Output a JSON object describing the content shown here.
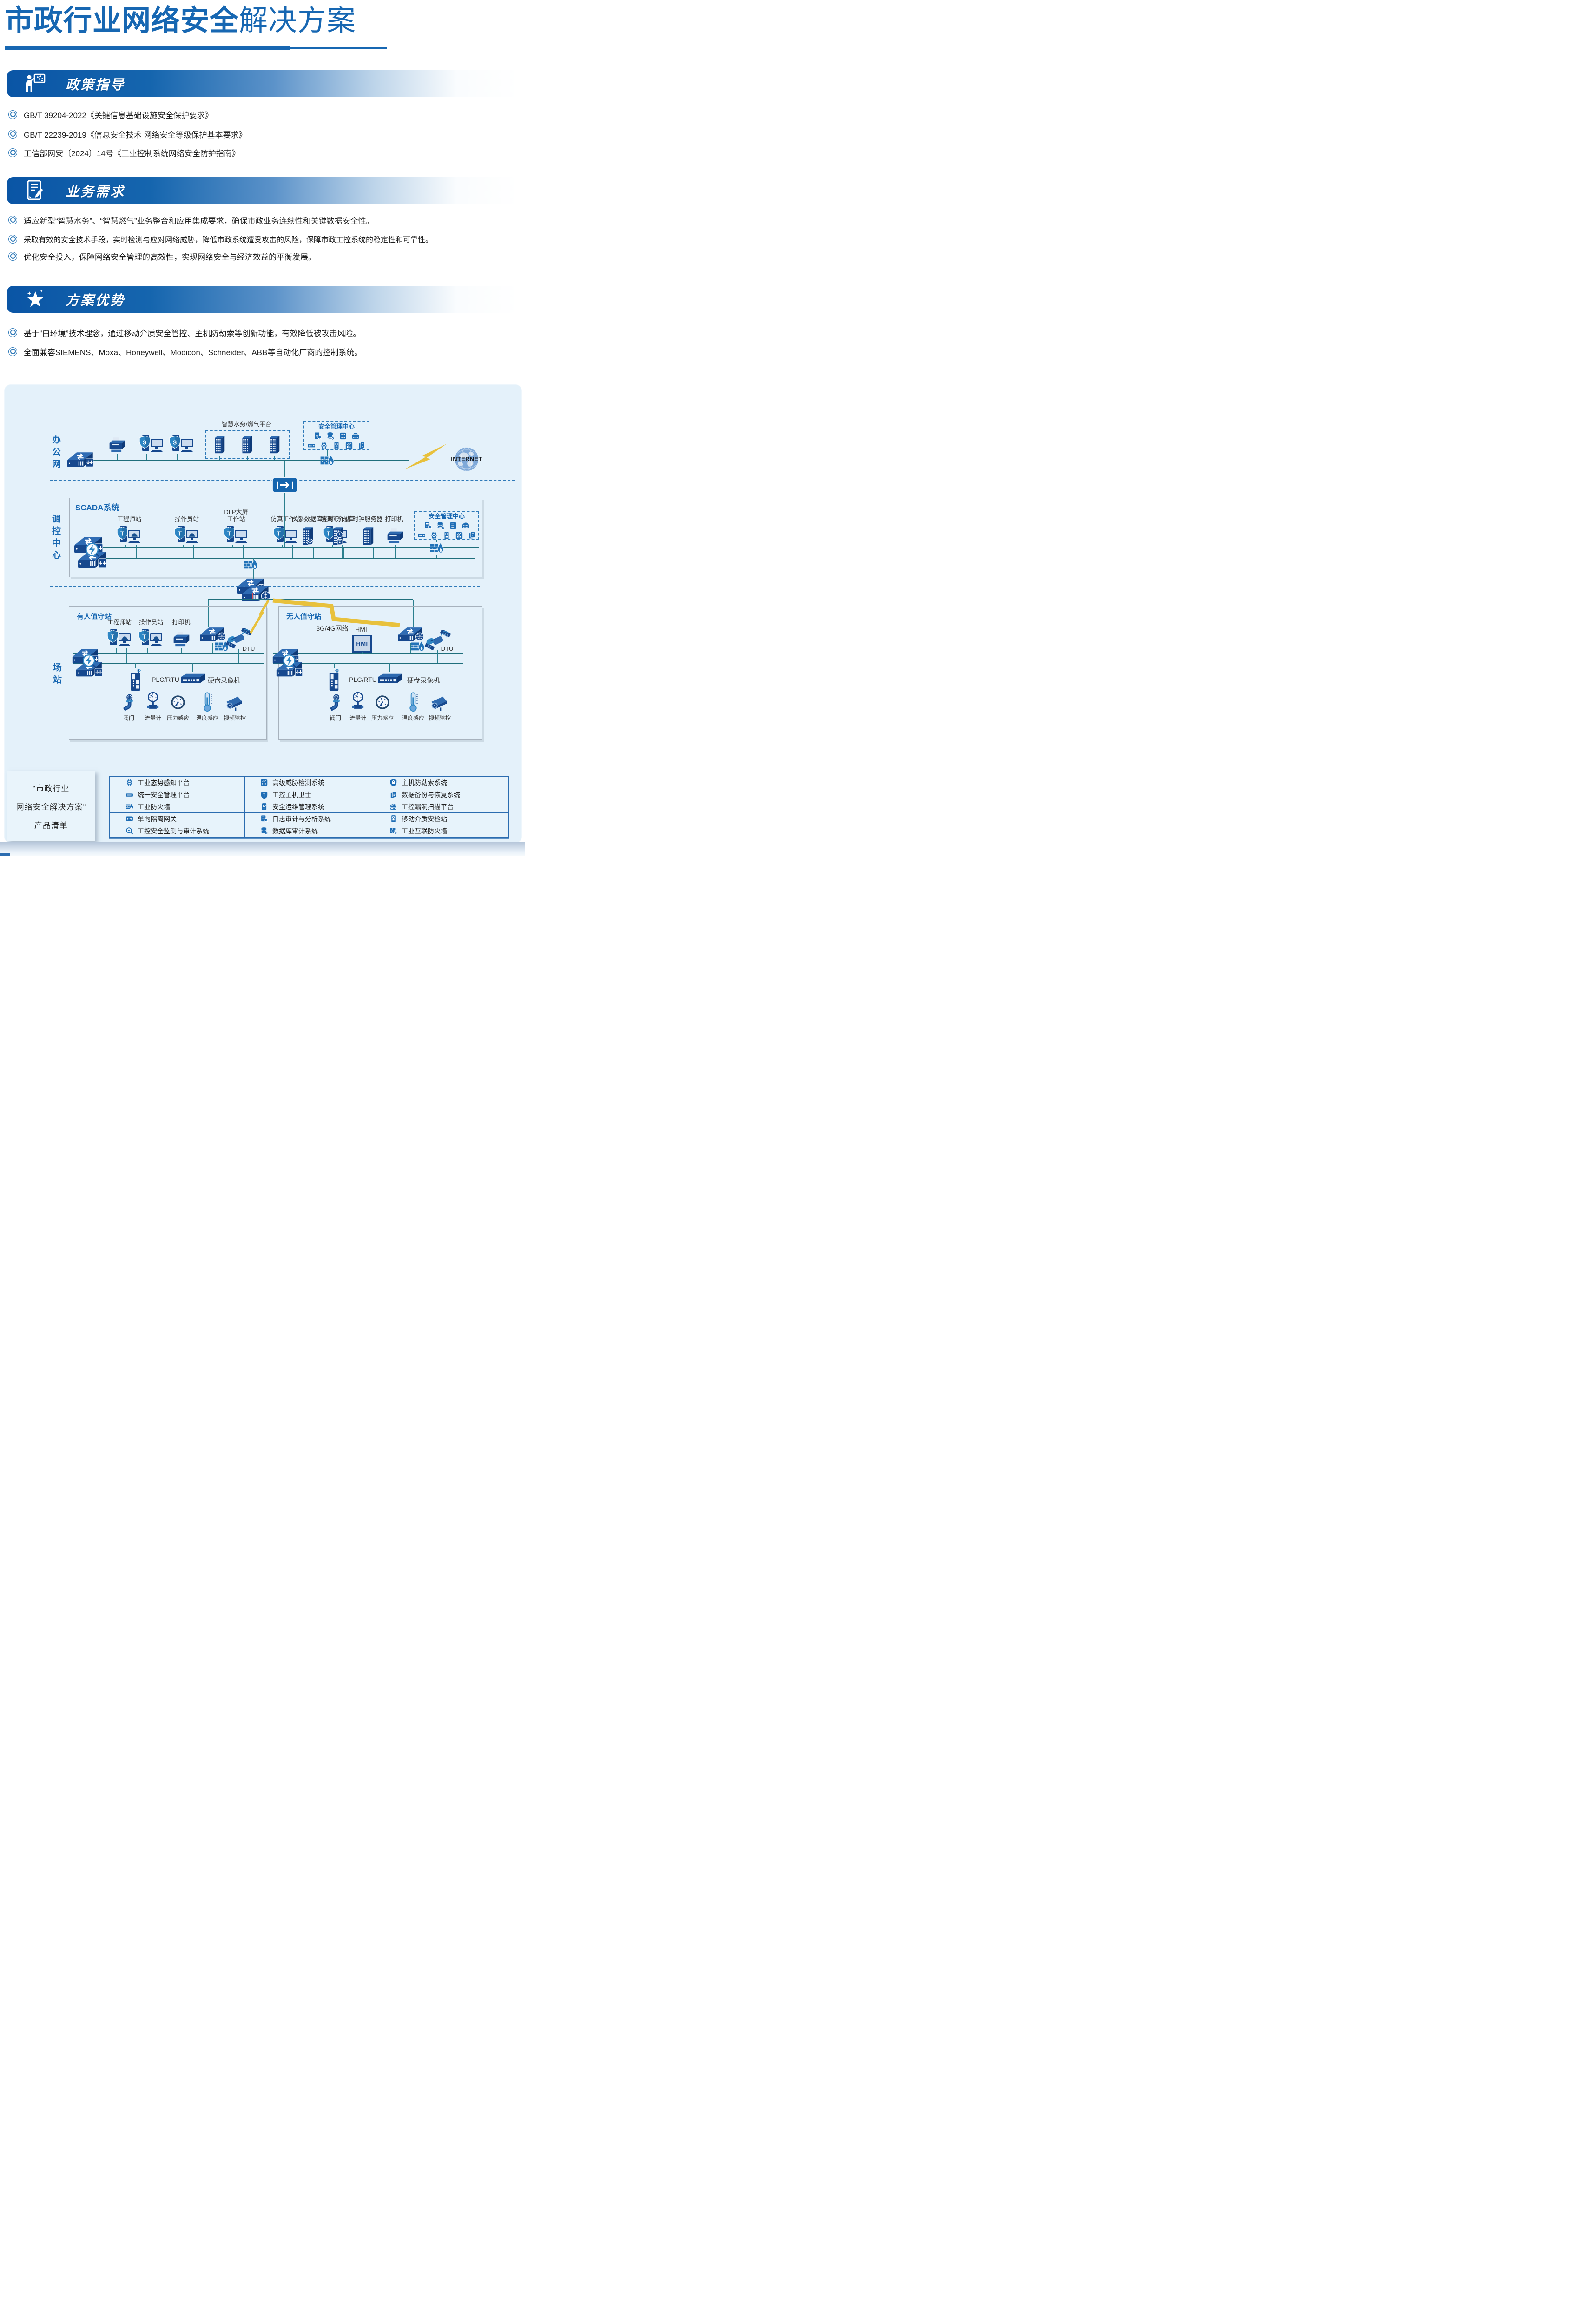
{
  "title": {
    "strong": "市政行业网络安全",
    "light": "解决方案"
  },
  "sections": [
    {
      "heading": "政策指导",
      "bullets": [
        "GB/T 39204-2022《关键信息基础设施安全保护要求》",
        "GB/T 22239-2019《信息安全技术 网络安全等级保护基本要求》",
        "工信部网安〔2024〕14号《工业控制系统网络安全防护指南》"
      ]
    },
    {
      "heading": "业务需求",
      "bullets": [
        "适应新型“智慧水务”、“智慧燃气”业务整合和应用集成要求，确保市政业务连续性和关键数据安全性。",
        "采取有效的安全技术手段，实时检测与应对网络威胁，降低市政系统遭受攻击的风险，保障市政工控系统的稳定性和可靠性。",
        "优化安全投入，保障网络安全管理的高效性，实现网络安全与经济效益的平衡发展。"
      ]
    },
    {
      "heading": "方案优势",
      "bullets": [
        "基于“白环境”技术理念，通过移动介质安全管控、主机防勒索等创新功能，有效降低被攻击风险。",
        "全面兼容SIEMENS、Moxa、Honeywell、Modicon、Schneider、ABB等自动化厂商的控制系统。"
      ]
    }
  ],
  "diagram": {
    "office": {
      "zone": "办公网",
      "platform": "智慧水务/燃气平台",
      "smc": "安全管理中心",
      "internet": "INTERNET"
    },
    "control": {
      "zone": "调控中心",
      "box": "SCADA系统",
      "smc": "安全管理中心",
      "workstations": [
        "工程师站",
        "操作员站",
        "DLP大屏\n工作站",
        "仿真工作站",
        "培训工作站"
      ],
      "servers": [
        "关系数据库",
        "实时/历史库",
        "时钟服务器",
        "打印机"
      ]
    },
    "station": {
      "zone": "场站",
      "manned": {
        "label": "有人值守站",
        "engineer": "工程师站",
        "operator": "操作员站",
        "printer": "打印机",
        "dtu": "DTU",
        "plc": "PLC/RTU",
        "dvr": "硬盘录像机",
        "sensors": [
          "阀门",
          "流量计",
          "压力感应",
          "温度感应",
          "视频监控"
        ]
      },
      "unmanned": {
        "label": "无人值守站",
        "network": "3G/4G网络",
        "hmi": "HMI",
        "hmi_screen": "HMI",
        "dtu": "DTU",
        "plc": "PLC/RTU",
        "dvr": "硬盘录像机",
        "sensors": [
          "阀门",
          "流量计",
          "压力感应",
          "温度感应",
          "视频监控"
        ]
      }
    }
  },
  "products": {
    "panel": [
      "“市政行业",
      "网络安全解决方案”",
      "产品清单"
    ],
    "columns": [
      [
        {
          "icon": "situational-awareness",
          "label": "工业态势感知平台"
        },
        {
          "icon": "unified-console",
          "label": "统一安全管理平台"
        },
        {
          "icon": "industrial-firewall",
          "label": "工业防火墙"
        },
        {
          "icon": "one-way-gateway",
          "label": "单向隔离网关"
        },
        {
          "icon": "monitor-audit",
          "label": "工控安全监测与审计系统"
        }
      ],
      [
        {
          "icon": "threat-detection",
          "label": "高级威胁检测系统"
        },
        {
          "icon": "host-guard",
          "label": "工控主机卫士"
        },
        {
          "icon": "secure-ops",
          "label": "安全运维管理系统"
        },
        {
          "icon": "log-audit",
          "label": "日志审计与分析系统"
        },
        {
          "icon": "db-audit",
          "label": "数据库审计系统"
        }
      ],
      [
        {
          "icon": "anti-ransomware",
          "label": "主机防勒索系统"
        },
        {
          "icon": "backup-recovery",
          "label": "数据备份与恢复系统"
        },
        {
          "icon": "vuln-scan",
          "label": "工控漏洞扫描平台"
        },
        {
          "icon": "mobile-media-check",
          "label": "移动介质安检站"
        },
        {
          "icon": "industrial-internet-firewall",
          "label": "工业互联防火墙"
        }
      ]
    ]
  },
  "colors": {
    "accent": "#1767b2",
    "banner": "#0a55a5",
    "card_bg": "#e4f1fa",
    "line_teal": "#1f6f7c",
    "dashed_blue": "#2e79b8",
    "bolt_yellow": "#e8c13c",
    "icon_navy": "#16488e",
    "icon_blue": "#2e86c4",
    "table_border": "#2b6cb0",
    "product_icon": "#1e6db5"
  }
}
